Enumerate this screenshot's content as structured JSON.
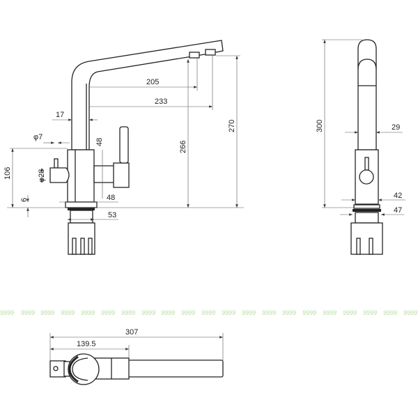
{
  "front_view": {
    "dim_205": "205",
    "dim_233": "233",
    "dim_17": "17",
    "dim_phi7": "φ7",
    "dim_106": "106",
    "dim_phi28": "φ28",
    "dim_6": "6",
    "dim_48_v": "48",
    "dim_48_h": "48",
    "dim_53": "53",
    "dim_266": "266",
    "dim_270": "270"
  },
  "side_view": {
    "dim_300": "300",
    "dim_29": "29",
    "dim_42": "42",
    "dim_47": "47"
  },
  "top_view": {
    "dim_307": "307",
    "dim_139_5": "139.5"
  },
  "watermark": {
    "text": "9999",
    "color": "#b9dca6"
  }
}
